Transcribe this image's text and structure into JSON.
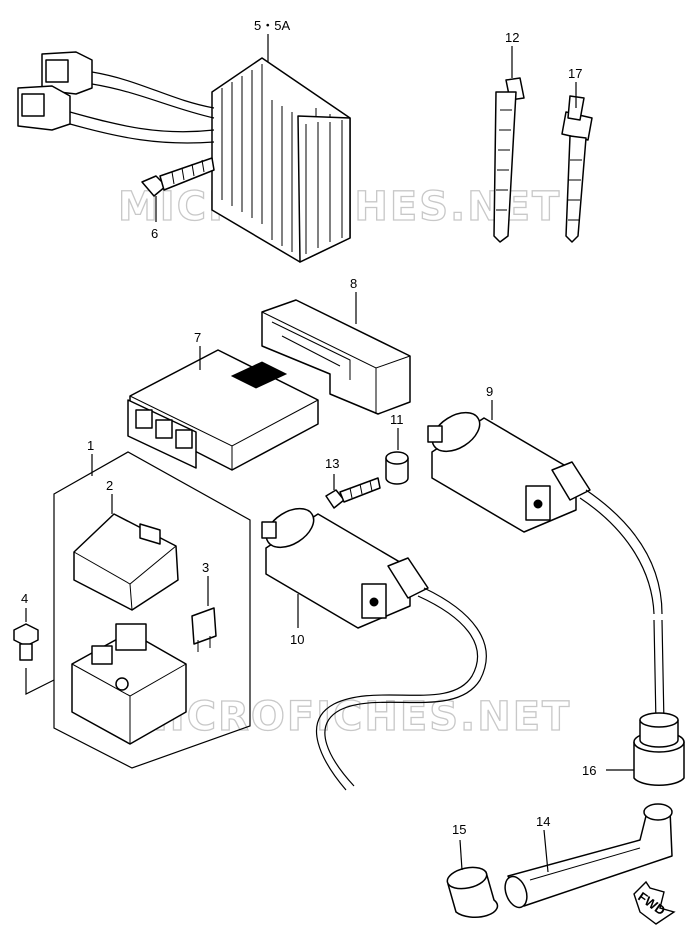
{
  "watermark": {
    "text": "MICROFICHES.NET"
  },
  "callouts": {
    "p5": "5・5A",
    "p6": "6",
    "p12": "12",
    "p17": "17",
    "p8": "8",
    "p7": "7",
    "p9": "9",
    "p11": "11",
    "p1": "1",
    "p13": "13",
    "p2": "2",
    "p3": "3",
    "p4": "4",
    "p10": "10",
    "p16": "16",
    "p15": "15",
    "p14": "14"
  },
  "fwd_label": "FWD"
}
